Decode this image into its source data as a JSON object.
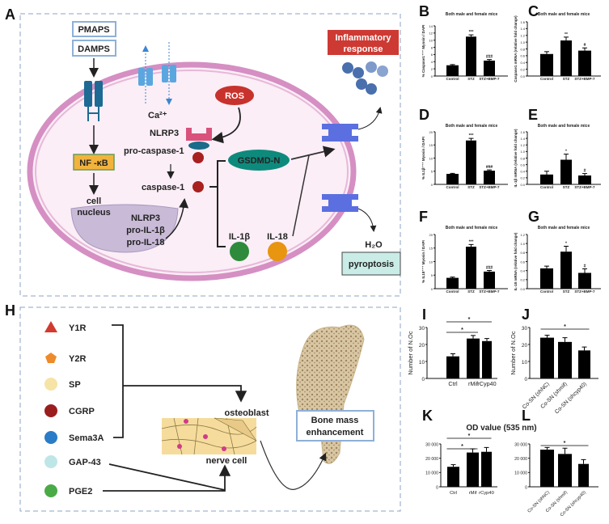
{
  "panel_letters": {
    "A": "A",
    "H": "H"
  },
  "panel_a": {
    "pmaps": "PMAPS",
    "damps": "DAMPS",
    "nfkb": "NF -κB",
    "cell": "cell",
    "nucleus": "nucleus",
    "nucleus_contents": [
      "NLRP3",
      "pro-IL-1β",
      "pro-IL-18"
    ],
    "calcium": "Ca²⁺",
    "ros": "ROS",
    "nlrp3": "NLRP3",
    "pro_caspase": "pro-caspase-1",
    "caspase": "caspase-1",
    "gsdmd": "GSDMD-N",
    "il1b": "IL-1β",
    "il18": "IL-18",
    "inflammatory": [
      "Inflammatory",
      "response"
    ],
    "water": "H₂O",
    "pyroptosis": "pyroptosis",
    "colors": {
      "ros": "#c8322c",
      "gsdmd": "#0e8a7c",
      "nfkb": "#f2b33d",
      "membrane": "#d58fc3",
      "inflammatory": "#cd3a33",
      "pyroptosis": "#c9ece6",
      "pore": "#5b6fe0"
    }
  },
  "panel_h": {
    "factors": [
      {
        "label": "Y1R",
        "shape": "triangle",
        "color": "#d23a30"
      },
      {
        "label": "Y2R",
        "shape": "pentagon",
        "color": "#ef8a2a"
      },
      {
        "label": "SP",
        "shape": "circle",
        "color": "#f6e3a6"
      },
      {
        "label": "CGRP",
        "shape": "circle",
        "color": "#9b1e1e"
      },
      {
        "label": "Sema3A",
        "shape": "circle",
        "color": "#2b7cc7"
      },
      {
        "label": "GAP-43",
        "shape": "circle",
        "color": "#bfe6e6"
      },
      {
        "label": "PGE2",
        "shape": "circle",
        "color": "#4aab46"
      }
    ],
    "osteoblast": "osteoblast",
    "nerve_cell": "nerve cell",
    "bone_box": [
      "Bone mass",
      "enhancement"
    ]
  },
  "kl_title": "OD value (535 nm)",
  "chart_data": [
    {
      "panel": "B",
      "type": "bar",
      "title": "Both male and female mice",
      "ylabel": "% Caspase1⁺⁺⁺ Myosin / DAPI",
      "categories": [
        "Control",
        "STZ",
        "STZ+BMP-7"
      ],
      "values": [
        3.0,
        11.0,
        4.3
      ],
      "errors": [
        0.2,
        0.5,
        0.3
      ],
      "annotations": [
        "",
        "***",
        "###"
      ],
      "ylim": [
        0,
        14
      ],
      "ticks": [
        0,
        2,
        4,
        6,
        8,
        10,
        12,
        14
      ],
      "tick_labels": [
        "0",
        "2",
        "4",
        "6",
        "8",
        "10",
        "12",
        "14"
      ]
    },
    {
      "panel": "C",
      "type": "bar",
      "title": "Both male and female mice",
      "ylabel": "Caspase1 mRNA (relative fold change)",
      "categories": [
        "Control",
        "STZ",
        "STZ+BMP-7"
      ],
      "values": [
        0.65,
        1.05,
        0.75
      ],
      "errors": [
        0.07,
        0.1,
        0.08
      ],
      "annotations": [
        "",
        "**",
        "#"
      ],
      "ylim": [
        0,
        1.6
      ],
      "ticks": [
        0,
        0.2,
        0.4,
        0.6,
        0.8,
        1.0,
        1.2,
        1.4,
        1.6
      ],
      "tick_labels": [
        "0.0",
        "0.2",
        "0.4",
        "0.6",
        "0.8",
        "1.0",
        "1.2",
        "1.4",
        "1.6"
      ]
    },
    {
      "panel": "D",
      "type": "bar",
      "title": "Both male and female mice",
      "ylabel": "% IL1β⁺⁺⁺ Myosin / DAPI",
      "categories": [
        "Control",
        "STZ",
        "STZ+BMP-7"
      ],
      "values": [
        4.0,
        16.7,
        5.2
      ],
      "errors": [
        0.2,
        0.8,
        0.3
      ],
      "annotations": [
        "",
        "***",
        "###"
      ],
      "ylim": [
        0,
        20
      ],
      "ticks": [
        0,
        5,
        10,
        15,
        20
      ],
      "tick_labels": [
        "0",
        "5",
        "10",
        "15",
        "20"
      ]
    },
    {
      "panel": "E",
      "type": "bar",
      "title": "Both male and female mice",
      "ylabel": "IL-1β mRNA (relative fold change)",
      "categories": [
        "Control",
        "STZ",
        "STZ+BMP-7"
      ],
      "values": [
        0.3,
        0.75,
        0.27
      ],
      "errors": [
        0.1,
        0.17,
        0.06
      ],
      "annotations": [
        "",
        "*",
        "#"
      ],
      "ylim": [
        0,
        1.6
      ],
      "ticks": [
        0,
        0.2,
        0.4,
        0.6,
        0.8,
        1.0,
        1.2,
        1.4,
        1.6
      ],
      "tick_labels": [
        "0.0",
        "0.2",
        "0.4",
        "0.6",
        "0.8",
        "1.0",
        "1.2",
        "1.4",
        "1.6"
      ]
    },
    {
      "panel": "F",
      "type": "bar",
      "title": "Both male and female mice",
      "ylabel": "% IL18⁺⁺⁺ Myosin / DAPI",
      "categories": [
        "Control",
        "STZ",
        "STZ+BMP-7"
      ],
      "values": [
        4.0,
        15.5,
        6.3
      ],
      "errors": [
        0.3,
        0.8,
        0.4
      ],
      "annotations": [
        "",
        "***",
        "###"
      ],
      "ylim": [
        0,
        20
      ],
      "ticks": [
        0,
        5,
        10,
        15,
        20
      ],
      "tick_labels": [
        "0",
        "5",
        "10",
        "15",
        "20"
      ]
    },
    {
      "panel": "G",
      "type": "bar",
      "title": "Both male and female mice",
      "ylabel": "IL-18 mRNA (relative fold change)",
      "categories": [
        "Control",
        "STZ",
        "STZ+BMP-7"
      ],
      "values": [
        0.45,
        0.82,
        0.35
      ],
      "errors": [
        0.05,
        0.12,
        0.09
      ],
      "annotations": [
        "",
        "*",
        "#"
      ],
      "ylim": [
        0,
        1.2
      ],
      "ticks": [
        0,
        0.2,
        0.4,
        0.6,
        0.8,
        1.0,
        1.2
      ],
      "tick_labels": [
        "0.0",
        "0.2",
        "0.4",
        "0.6",
        "0.8",
        "1.0",
        "1.2"
      ]
    },
    {
      "panel": "I",
      "type": "bar",
      "title": "",
      "ylabel": "Number of N.Oc",
      "categories": [
        "Ctrl",
        "rMif",
        "rCyp40"
      ],
      "values": [
        13,
        23.5,
        22
      ],
      "errors": [
        1.5,
        1.8,
        1.5
      ],
      "annotations": [],
      "significance": [
        {
          "from": 0,
          "to": 1,
          "label": "*"
        },
        {
          "from": 0,
          "to": 2,
          "label": "*"
        }
      ],
      "ylim": [
        0,
        30
      ],
      "ticks": [
        0,
        10,
        20,
        30
      ],
      "tick_labels": [
        "0",
        "10",
        "20",
        "30"
      ]
    },
    {
      "panel": "J",
      "type": "bar",
      "title": "",
      "ylabel": "Number of N.Oc",
      "categories": [
        "Co-SN (shNC)",
        "Co-SN (shmif)",
        "Co-SN (shcyp40)"
      ],
      "values": [
        24,
        21.5,
        16.5
      ],
      "errors": [
        1.5,
        2.5,
        2.0
      ],
      "annotations": [],
      "significance": [
        {
          "from": 0,
          "to": 2,
          "label": "*"
        }
      ],
      "ylim": [
        0,
        30
      ],
      "ticks": [
        0,
        10,
        20,
        30
      ],
      "tick_labels": [
        "0",
        "10",
        "20",
        "30"
      ]
    },
    {
      "panel": "K",
      "type": "bar",
      "title": "",
      "ylabel": "",
      "categories": [
        "Ctrl",
        "rMif",
        "rCyp40"
      ],
      "values": [
        14000,
        24000,
        24500
      ],
      "errors": [
        1500,
        2500,
        3000
      ],
      "annotations": [],
      "significance": [
        {
          "from": 0,
          "to": 1,
          "label": "*"
        },
        {
          "from": 0,
          "to": 2,
          "label": "*"
        }
      ],
      "ylim": [
        0,
        30000
      ],
      "ticks": [
        0,
        10000,
        20000,
        30000
      ],
      "tick_labels": [
        "0",
        "10 000",
        "20 000",
        "30 000"
      ]
    },
    {
      "panel": "L",
      "type": "bar",
      "title": "",
      "ylabel": "",
      "categories": [
        "Co-SN (shNC)",
        "Co-SN (shmif)",
        "Co-SN (shcyp40)"
      ],
      "values": [
        26000,
        23000,
        16000
      ],
      "errors": [
        1500,
        4000,
        3000
      ],
      "annotations": [],
      "significance": [
        {
          "from": 0,
          "to": 2,
          "label": "*"
        }
      ],
      "ylim": [
        0,
        30000
      ],
      "ticks": [
        0,
        10000,
        20000,
        30000
      ],
      "tick_labels": [
        "0",
        "10 000",
        "20 000",
        "30 000"
      ]
    }
  ]
}
